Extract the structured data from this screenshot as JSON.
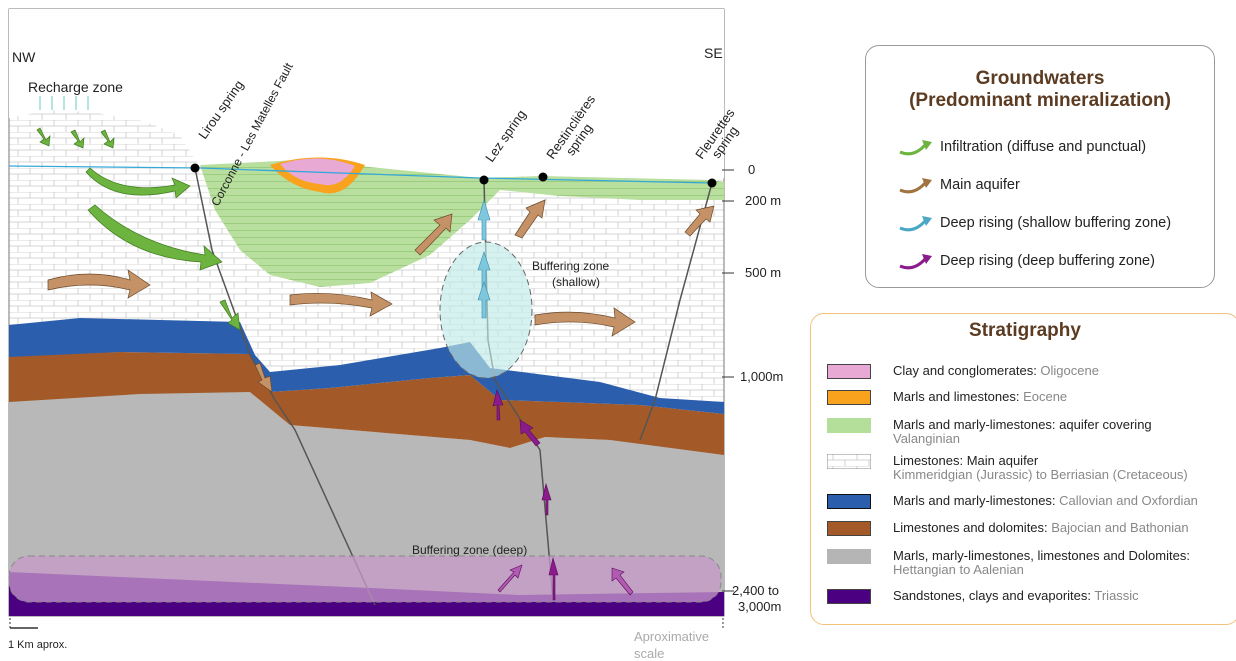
{
  "section": {
    "nw_label": "NW",
    "se_label": "SE",
    "recharge_label": "Recharge zone",
    "spring_labels": {
      "lirou": "Lirou spring",
      "fault": "Corconne - Les Matelles Fault",
      "lez": "Lez spring",
      "restinclieres": "Restinclières spring",
      "fleurettes": "Fleurettes spring"
    },
    "buffer_shallow": [
      "Buffering zone",
      "(shallow)"
    ],
    "buffer_deep": "Buffering zone (deep)",
    "depths": [
      "0",
      "200 m",
      "500 m",
      "1,000m",
      "2,400 to",
      "3,000m"
    ],
    "scale_label": "1 Km aprox.",
    "approx_scale_label": [
      "Aproximative",
      "scale"
    ]
  },
  "groundwaters": {
    "title": "Groundwaters\n(Predominant mineralization)",
    "items": [
      {
        "label": "Infiltration (diffuse and punctual)",
        "color": "#6db33f",
        "icon": "curved-arrow-icon"
      },
      {
        "label": "Main aquifer",
        "color": "#a0733f",
        "icon": "curved-arrow-icon"
      },
      {
        "label": "Deep rising (shallow buffering zone)",
        "color": "#4aa8c6",
        "icon": "curved-arrow-icon"
      },
      {
        "label": "Deep rising (deep buffering zone)",
        "color": "#8b1a8b",
        "icon": "curved-arrow-icon"
      }
    ]
  },
  "stratigraphy": {
    "title": "Stratigraphy",
    "items": [
      {
        "main": "Clay and conglomerates: ",
        "sub": "Oligocene",
        "sub_line2": "",
        "color": "#e8a9d4"
      },
      {
        "main": "Marls and limestones: ",
        "sub": "Eocene",
        "sub_line2": "",
        "color": "#f9a21d"
      },
      {
        "main": "Marls and marly-limestones: aquifer covering",
        "sub": "",
        "sub_line2": "Valanginian",
        "color": "#b4df9a"
      },
      {
        "main": "Limestones: Main aquifer",
        "sub": "",
        "sub_line2": "Kimmeridgian (Jurassic) to Berriasian (Cretaceous)",
        "color": "#ffffff"
      },
      {
        "main": "Marls and marly-limestones: ",
        "sub": "Callovian and Oxfordian",
        "sub_line2": "",
        "color": "#2b5fae"
      },
      {
        "main": "Limestones and dolomites: ",
        "sub": "Bajocian and Bathonian",
        "sub_line2": "",
        "color": "#a35a28"
      },
      {
        "main": "Marls, marly-limestones, limestones and Dolomites:",
        "sub": "",
        "sub_line2": "Hettangian to Aalenian",
        "color": "#b5b5b5"
      },
      {
        "main": "Sandstones, clays and evaporites: ",
        "sub": "Triassic",
        "sub_line2": "",
        "color": "#4b0082"
      }
    ]
  }
}
